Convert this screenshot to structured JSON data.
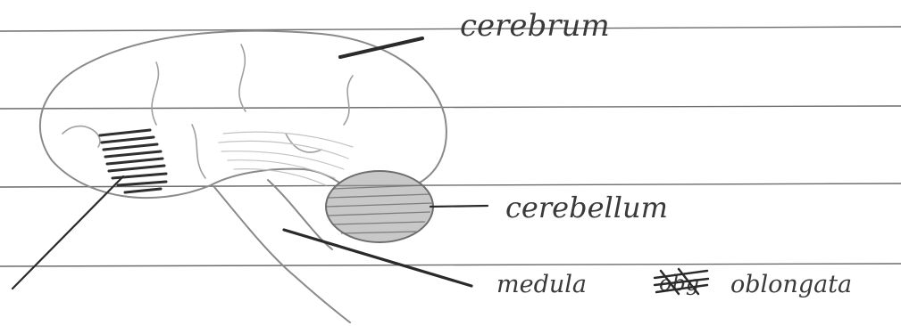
{
  "labels": {
    "cerebrum": "cerebrum",
    "cerebellum": "cerebellum",
    "medulla_oblongata": "medula oblongata",
    "crossed_out": "obg"
  },
  "colors": {
    "paper": "#ffffff",
    "ruled_line": "#6b6b6b",
    "pencil": "#3a3a3a",
    "shading": "#8a8a8a"
  }
}
